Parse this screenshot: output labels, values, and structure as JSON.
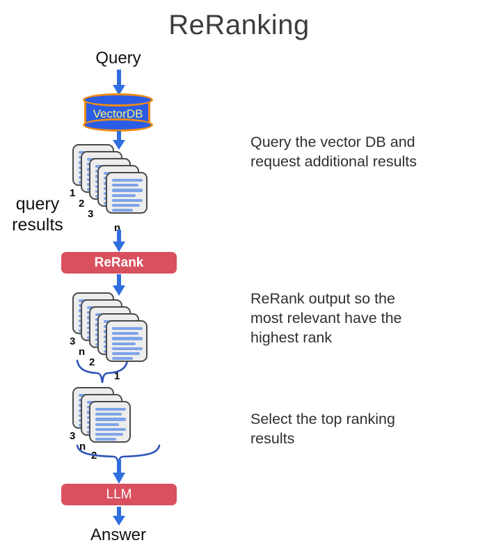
{
  "title": "ReRanking",
  "colors": {
    "arrow_blue": "#2f6ede",
    "brace_blue": "#2f55b8",
    "box_red": "#d9505f",
    "db_blue": "#2b5ce6",
    "db_border_orange": "#ef8c13",
    "db_text_yellow": "#f2f27f",
    "card_fill": "#ededed",
    "card_border": "#4a4a4a",
    "card_line_blue": "#7ea4e8",
    "title_gray": "#3c3c3c",
    "desc_gray": "#2f2f2f"
  },
  "flow": {
    "input_label": "Query",
    "vector_db_label": "VectorDB",
    "query_results_label_line1": "query",
    "query_results_label_line2": "results",
    "rerank_label": "ReRank",
    "llm_label": "LLM",
    "output_label": "Answer"
  },
  "stacks": {
    "query_results": {
      "name": "query-results-stack",
      "count": 5,
      "indices": [
        "1",
        "2",
        "3",
        "n"
      ]
    },
    "reranked": {
      "name": "reranked-stack",
      "count": 5,
      "indices": [
        "3",
        "n",
        "2",
        "1"
      ]
    },
    "top_results": {
      "name": "top-results-stack",
      "count": 3,
      "indices": [
        "3",
        "n",
        "2"
      ]
    }
  },
  "descriptions": [
    {
      "id": "desc-query-db",
      "line1": "Query the vector DB and",
      "line2": "request additional results"
    },
    {
      "id": "desc-rerank",
      "line1": "ReRank output so the",
      "line2": "most relevant have the",
      "line3": "highest rank"
    },
    {
      "id": "desc-select",
      "line1": "Select the top ranking",
      "line2": "results"
    }
  ]
}
